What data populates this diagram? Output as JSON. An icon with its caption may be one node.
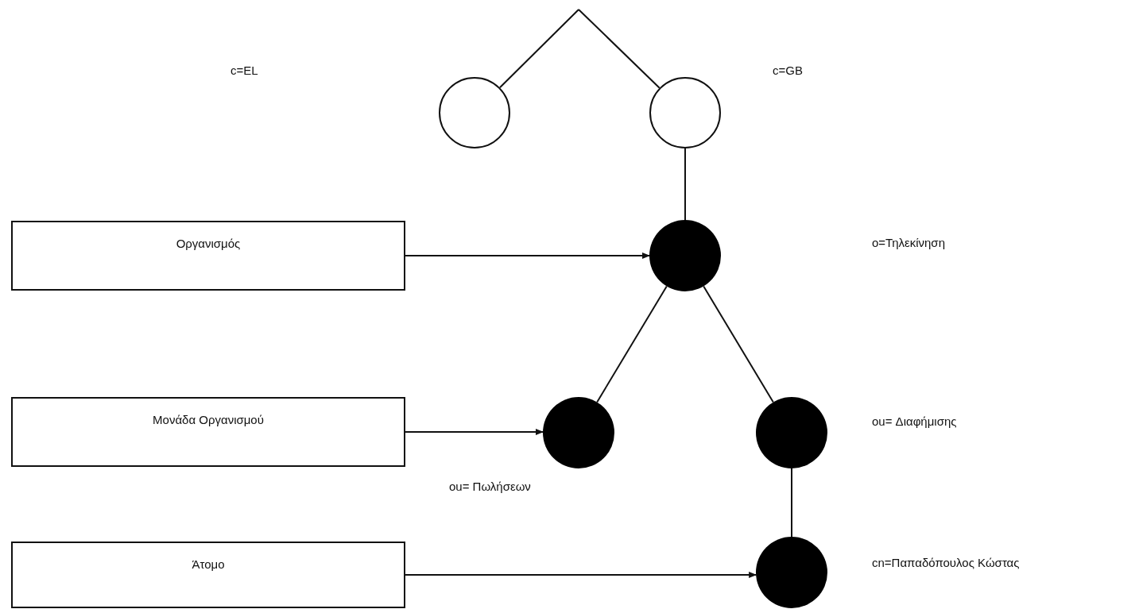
{
  "diagram": {
    "nodes": [
      {
        "text": [],
        "shape": "circle"
      },
      {
        "text": [],
        "shape": "circle"
      },
      {
        "text": [
          "Οργανισμός"
        ]
      },
      {
        "text": [],
        "shape": "disc"
      },
      {
        "text": [
          "Μονάδα Οργανισμού"
        ]
      },
      {
        "text": [],
        "shape": "disc",
        "beside": [
          "ou= Πωλήσεων"
        ]
      },
      {
        "text": [],
        "shape": "disc",
        "beside": [
          "ou= Διαφήμισης"
        ]
      },
      {
        "text": [
          "Άτομο"
        ]
      },
      {
        "text": [],
        "shape": "disc",
        "beside": [
          "cn=Παπαδόπουλος Κώστας"
        ]
      }
    ],
    "edges": [
      {
        "from": null,
        "to": 0,
        "arrow": "none"
      },
      {
        "from": null,
        "to": 1,
        "arrow": "none"
      },
      {
        "from": 1,
        "to": 3,
        "arrow": "none"
      },
      {
        "from": 3,
        "to": 5,
        "arrow": "none"
      },
      {
        "from": 3,
        "to": 6,
        "arrow": "none"
      },
      {
        "from": 6,
        "to": 8,
        "arrow": "none"
      },
      {
        "from": 2,
        "to": 3,
        "arrow": "to"
      },
      {
        "from": 4,
        "to": 5,
        "arrow": "to"
      },
      {
        "from": 7,
        "to": 8,
        "arrow": "to"
      }
    ],
    "labels": [
      "c=EL",
      "c=GB",
      "o=Τηλεκίνηση"
    ]
  }
}
